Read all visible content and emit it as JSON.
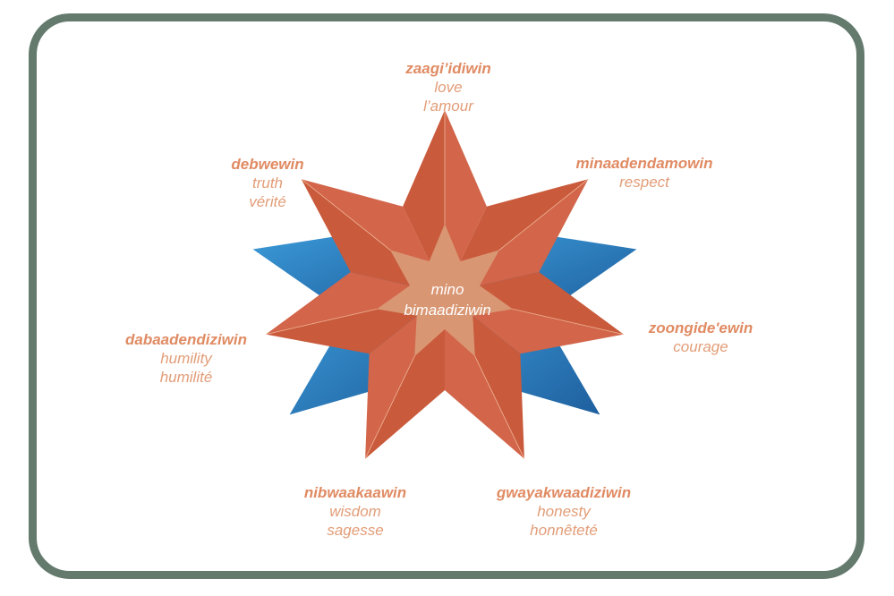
{
  "center": {
    "line1": "mino",
    "line2": "bimaadiziwin"
  },
  "teachings": [
    {
      "term": "zaagi’idiwin",
      "english": "love",
      "french": "l’amour"
    },
    {
      "term": "minaadendamowin",
      "english": "respect",
      "french": ""
    },
    {
      "term": "zoongide'ewin",
      "english": "courage",
      "french": ""
    },
    {
      "term": "gwayakwaadiziwin",
      "english": "honesty",
      "french": "honnêteté"
    },
    {
      "term": "nibwaakaawin",
      "english": "wisdom",
      "french": "sagesse"
    },
    {
      "term": "dabaadendiziwin",
      "english": "humility",
      "french": "humilité"
    },
    {
      "term": "debwewin",
      "english": "truth",
      "french": "vérité"
    }
  ],
  "colors": {
    "frame": "#647a6d",
    "star_outer": "#c95a3b",
    "star_inner": "#d99673",
    "blue_points": "#2f7fc4",
    "label_term": "#e08b63",
    "label_text": "#e29d78"
  }
}
